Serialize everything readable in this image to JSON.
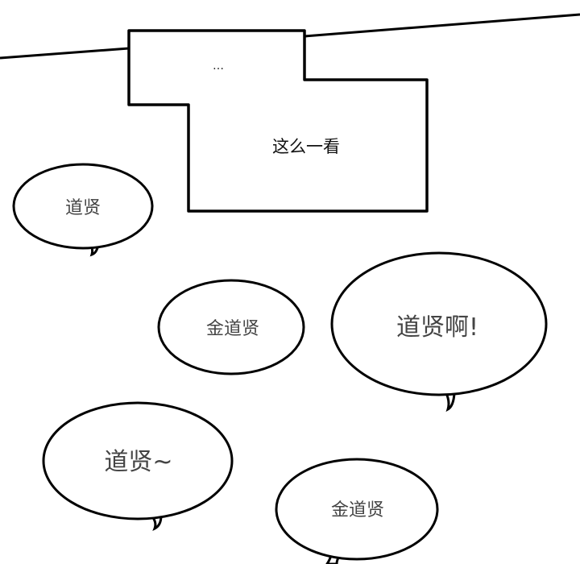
{
  "narration": {
    "box_line_1": "…",
    "box_line_2": "这么一看"
  },
  "bubbles": [
    {
      "text": "道贤"
    },
    {
      "text": "金道贤"
    },
    {
      "text": "道贤啊!"
    },
    {
      "text": "道贤~"
    },
    {
      "text": "金道贤"
    }
  ],
  "colors": {
    "ink": "#000000",
    "text": "#444444",
    "paper": "#ffffff"
  }
}
